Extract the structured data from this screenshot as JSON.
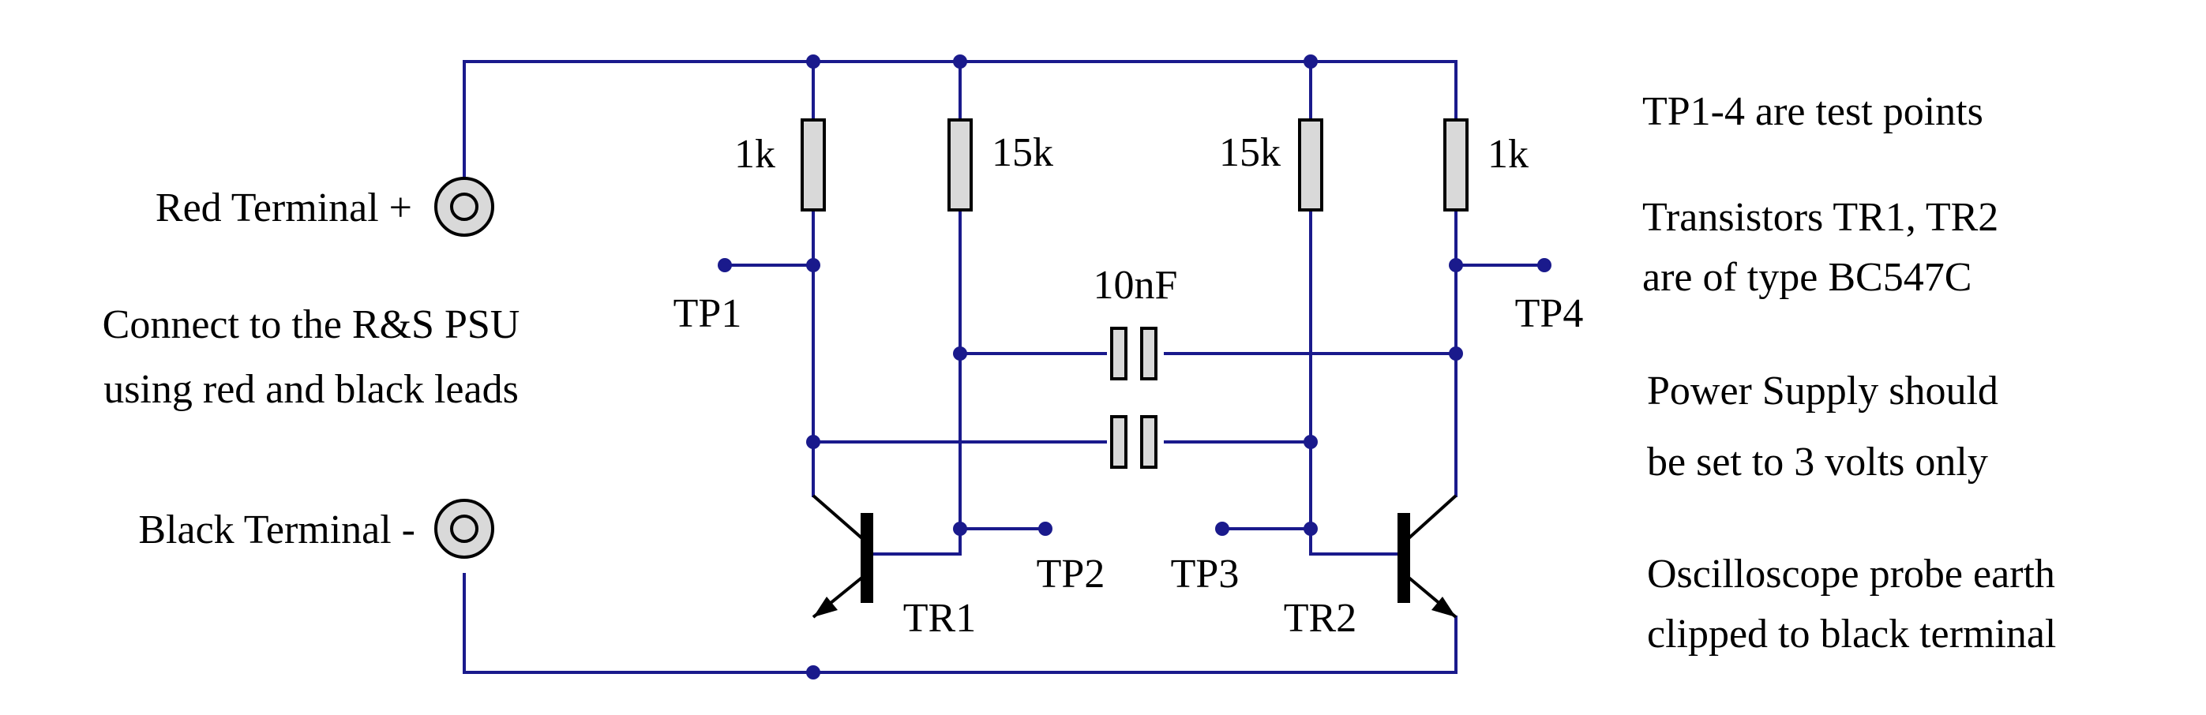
{
  "colors": {
    "wire": "#1a1a8c",
    "node": "#1a1a8c",
    "component": "#000000",
    "fill": "#d9d9d9",
    "background": "#ffffff"
  },
  "terminals": {
    "red_label": "Red Terminal +",
    "black_label": "Black Terminal -"
  },
  "instructions": {
    "line1": "Connect to the R&S PSU",
    "line2": "using red and black leads"
  },
  "components": {
    "r1": "1k",
    "r2": "15k",
    "r3": "15k",
    "r4": "1k",
    "capacitor": "10nF",
    "tr1": "TR1",
    "tr2": "TR2"
  },
  "test_points": {
    "tp1": "TP1",
    "tp2": "TP2",
    "tp3": "TP3",
    "tp4": "TP4"
  },
  "notes": [
    "TP1-4 are test points",
    "Transistors TR1, TR2",
    "are of type BC547C",
    "Power Supply should",
    "be set to 3 volts only",
    "Oscilloscope probe earth",
    "clipped to black terminal"
  ]
}
